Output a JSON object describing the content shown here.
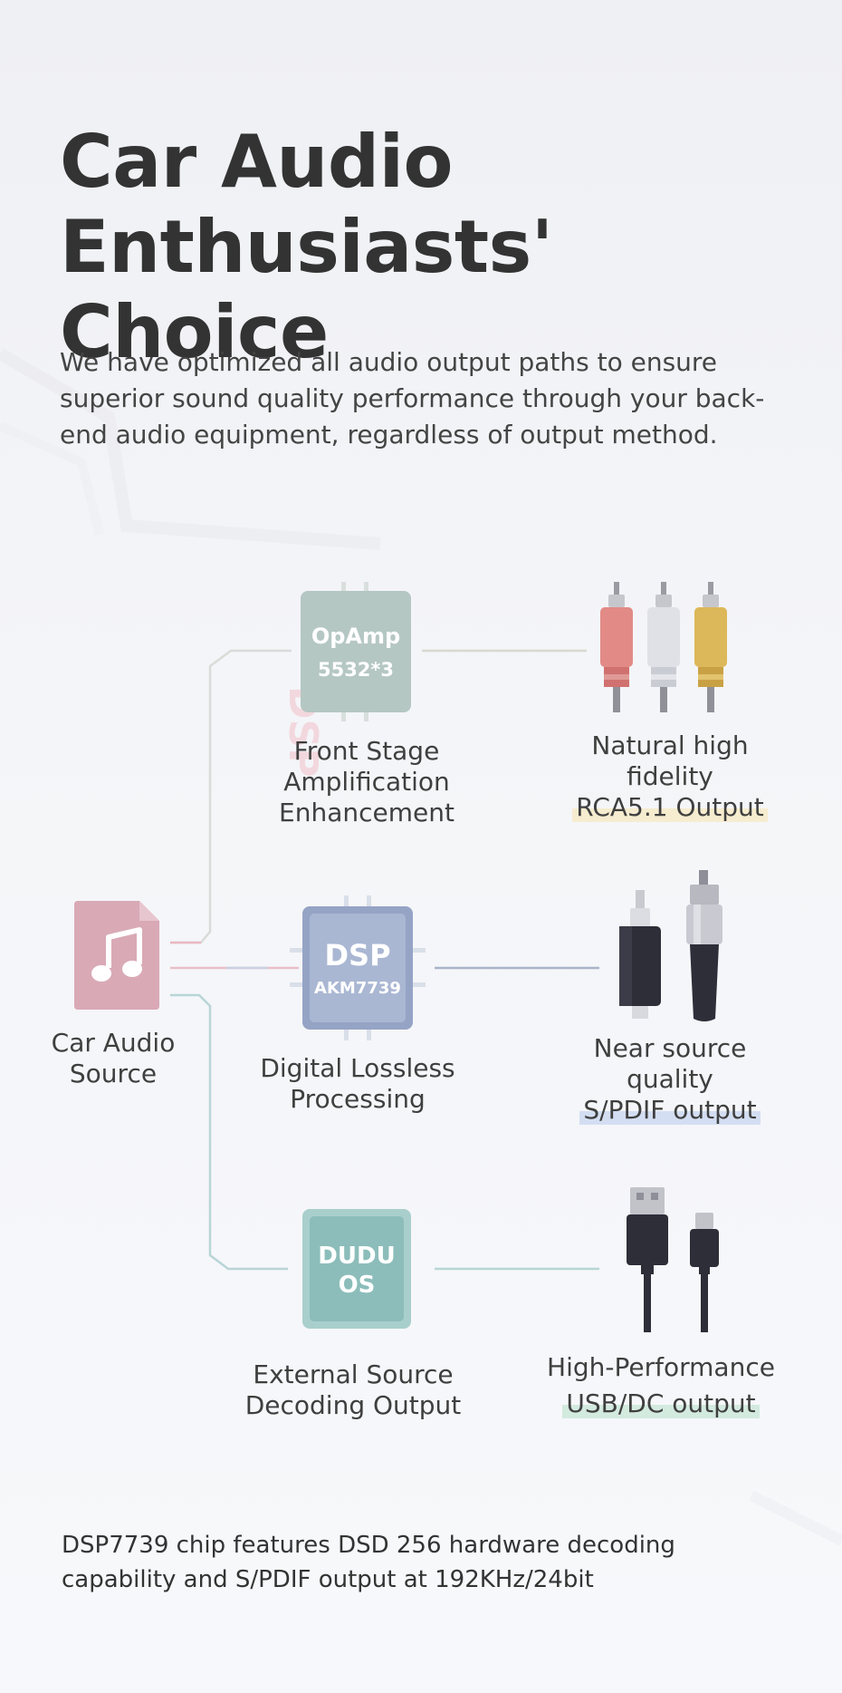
{
  "title_line1": "Car Audio",
  "title_line2": "Enthusiasts' Choice",
  "intro": "We have optimized all audio output paths to ensure superior sound quality performance through your back-end audio equipment, regardless of output method.",
  "source": {
    "label_line1": "Car Audio",
    "label_line2": "Source",
    "icon": "music-file-icon"
  },
  "chips": [
    {
      "line1": "OpAmp",
      "line2": "5532*3",
      "color": "#b5c7c3",
      "label_lines": [
        "Front Stage",
        "Amplification",
        "Enhancement"
      ]
    },
    {
      "line1": "DSP",
      "line2": "AKM7739",
      "color": "#aab7d3",
      "label_lines": [
        "Digital Lossless",
        "Processing"
      ]
    },
    {
      "line1": "DUDU",
      "line2": "OS",
      "color": "#8cbdba",
      "label_lines": [
        "External Source",
        "Decoding Output"
      ]
    }
  ],
  "outputs": [
    {
      "lines": [
        "Natural high",
        "fidelity"
      ],
      "highlight": "RCA5.1 Output",
      "icon": "rca-plugs-icon"
    },
    {
      "lines": [
        "Near source",
        "quality"
      ],
      "highlight": "S/PDIF output",
      "icon": "spdif-plugs-icon"
    },
    {
      "lines": [
        "High-Performance"
      ],
      "highlight": "USB/DC output",
      "icon": "usb-plugs-icon"
    }
  ],
  "watermark_text": "DSP",
  "footer_line1": "DSP7739 chip features DSD 256 hardware decoding",
  "footer_line2": "capability and S/PDIF output at 192KHz/24bit",
  "colors": {
    "source_pink": "#d9a9b6",
    "rca_red": "#e28a86",
    "rca_white": "#dfe1e6",
    "rca_yellow": "#ddb85a",
    "cable_dark": "#2d2e38"
  }
}
